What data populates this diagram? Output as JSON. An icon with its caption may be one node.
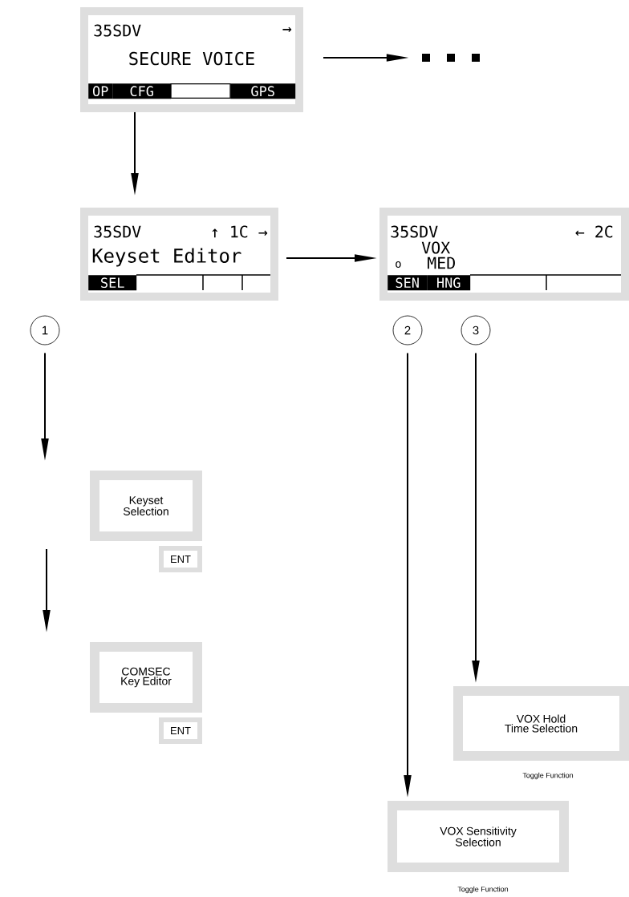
{
  "diagram": {
    "nodes": [
      {
        "text": [
          "35SDV",
          "→",
          "SECURE VOICE",
          "OP",
          "CFG",
          "GPS"
        ]
      },
      {
        "text": [],
        "shape": "dots"
      },
      {
        "text": [
          "35SDV",
          "↑ 1C →",
          "Keyset Editor",
          "SEL"
        ]
      },
      {
        "text": [
          "35SDV",
          "← 2C",
          "VOX",
          "o",
          "MED",
          "SEN",
          "HNG"
        ]
      },
      {
        "text": [
          "1"
        ]
      },
      {
        "text": [
          "2"
        ]
      },
      {
        "text": [
          "3"
        ]
      },
      {
        "text": [
          "Keyset Selection"
        ]
      },
      {
        "text": [
          "ENT"
        ]
      },
      {
        "text": [
          "COMSEC Key Editor"
        ]
      },
      {
        "text": [
          "ENT"
        ]
      },
      {
        "text": [
          "VOX Hold Time Selection"
        ],
        "beside": [
          "Toggle Function"
        ]
      },
      {
        "text": [
          "VOX Sensitivity Selection"
        ],
        "beside": [
          "Toggle Function"
        ]
      }
    ],
    "edges": [
      {
        "from": 0,
        "to": 1,
        "arrow": "to"
      },
      {
        "from": 0,
        "to": 2,
        "arrow": "to"
      },
      {
        "from": 2,
        "to": 3,
        "arrow": "to"
      },
      {
        "from": 4,
        "to": 7,
        "arrow": "to"
      },
      {
        "from": 7,
        "to": 9,
        "arrow": "to"
      },
      {
        "from": 5,
        "to": 12,
        "arrow": "to"
      },
      {
        "from": 6,
        "to": 11,
        "arrow": "to"
      }
    ]
  }
}
